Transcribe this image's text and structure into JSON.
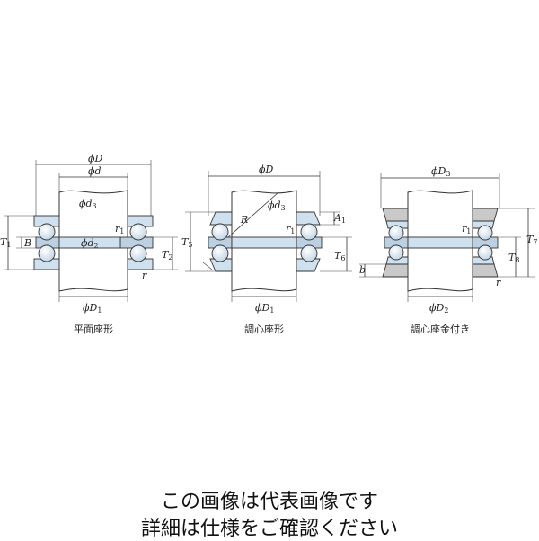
{
  "figures": [
    {
      "caption": "平面座形",
      "labels": {
        "phi_D": "ϕD",
        "phi_d": "ϕd",
        "phi_d3": "ϕd",
        "phi_d3_sub": "3",
        "phi_d2": "ϕd",
        "phi_d2_sub": "2",
        "phi_D1": "ϕD",
        "phi_D1_sub": "1",
        "T1": "T",
        "T1_sub": "1",
        "B": "B",
        "T2": "T",
        "T2_sub": "2",
        "r1": "r",
        "r1_sub": "1",
        "r": "r"
      }
    },
    {
      "caption": "調心座形",
      "labels": {
        "phi_D": "ϕD",
        "phi_d3": "ϕd",
        "phi_d3_sub": "3",
        "R": "R",
        "A1": "A",
        "A1_sub": "1",
        "T5": "T",
        "T5_sub": "5",
        "T6": "T",
        "T6_sub": "6",
        "r1": "r",
        "r1_sub": "1",
        "phi_D1": "ϕD",
        "phi_D1_sub": "1"
      }
    },
    {
      "caption": "調心座金付き",
      "labels": {
        "phi_D3": "ϕD",
        "phi_D3_sub": "3",
        "r1": "r",
        "r1_sub": "1",
        "T7": "T",
        "T7_sub": "7",
        "T8": "T",
        "T8_sub": "8",
        "b": "b",
        "r": "r",
        "phi_D2": "ϕD",
        "phi_D2_sub": "2"
      }
    }
  ],
  "notice": {
    "line1": "この画像は代表画像です",
    "line2": "詳細は仕様をご確認ください"
  }
}
